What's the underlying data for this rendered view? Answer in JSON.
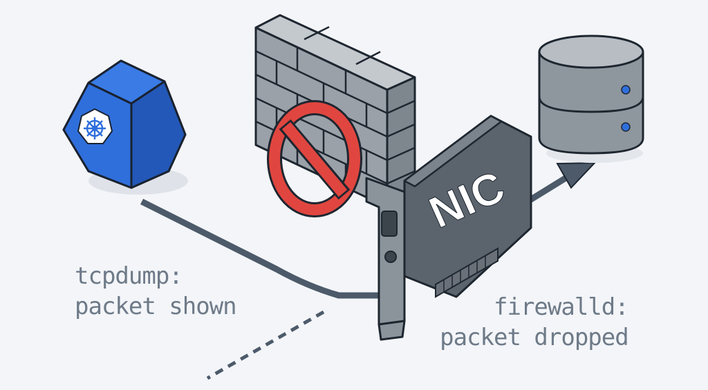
{
  "captions": {
    "tcpdump_line1": "tcpdump:",
    "tcpdump_line2": "packet shown",
    "firewalld_line1": "firewalld:",
    "firewalld_line2": "packet dropped"
  },
  "nic": {
    "label": "NIC"
  },
  "icons": {
    "kubernetes": "kubernetes-node-icon",
    "firewall": "brick-firewall-icon",
    "blocked": "prohibited-sign-icon",
    "database": "database-server-icon",
    "nic_card": "network-interface-card-icon"
  },
  "colors": {
    "background": "#f3f5f8",
    "kubernetes_blue": "#2f6fdc",
    "brick_gray": "#9aa1a8",
    "prohibited_red": "#e0463f",
    "nic_dark": "#5b636d",
    "path_line": "#4c5a6a",
    "caption_text": "#6e7a88"
  }
}
